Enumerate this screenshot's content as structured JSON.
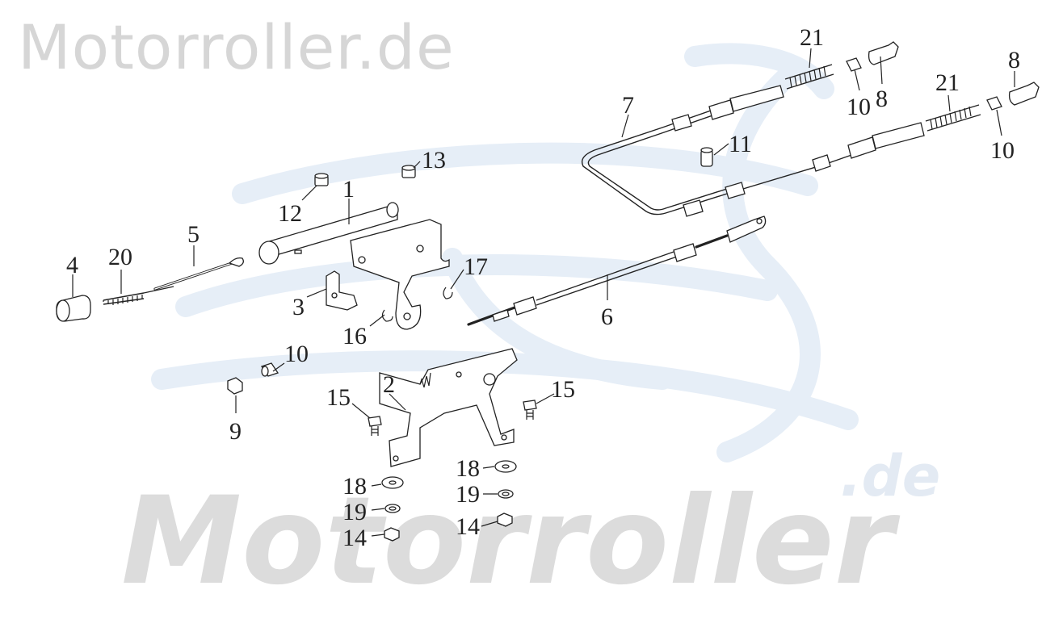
{
  "watermark": {
    "top_text": "Motorroller.de",
    "big_text": "Motorroller",
    "suffix_text": ".de",
    "colors": {
      "text_gray": "#d9d9d9",
      "logo_blue": "#e6eef7"
    }
  },
  "labels": [
    {
      "id": "p1",
      "text": "1"
    },
    {
      "id": "p2",
      "text": "2"
    },
    {
      "id": "p3",
      "text": "3"
    },
    {
      "id": "p4",
      "text": "4"
    },
    {
      "id": "p5",
      "text": "5"
    },
    {
      "id": "p6",
      "text": "6"
    },
    {
      "id": "p7",
      "text": "7"
    },
    {
      "id": "p8a",
      "text": "8"
    },
    {
      "id": "p8b",
      "text": "8"
    },
    {
      "id": "p9",
      "text": "9"
    },
    {
      "id": "p10a",
      "text": "10"
    },
    {
      "id": "p10b",
      "text": "10"
    },
    {
      "id": "p10c",
      "text": "10"
    },
    {
      "id": "p11",
      "text": "11"
    },
    {
      "id": "p12",
      "text": "12"
    },
    {
      "id": "p13",
      "text": "13"
    },
    {
      "id": "p14a",
      "text": "14"
    },
    {
      "id": "p14b",
      "text": "14"
    },
    {
      "id": "p15a",
      "text": "15"
    },
    {
      "id": "p15b",
      "text": "15"
    },
    {
      "id": "p16",
      "text": "16"
    },
    {
      "id": "p17",
      "text": "17"
    },
    {
      "id": "p18a",
      "text": "18"
    },
    {
      "id": "p18b",
      "text": "18"
    },
    {
      "id": "p19a",
      "text": "19"
    },
    {
      "id": "p19b",
      "text": "19"
    },
    {
      "id": "p20",
      "text": "20"
    },
    {
      "id": "p21a",
      "text": "21"
    },
    {
      "id": "p21b",
      "text": "21"
    }
  ]
}
